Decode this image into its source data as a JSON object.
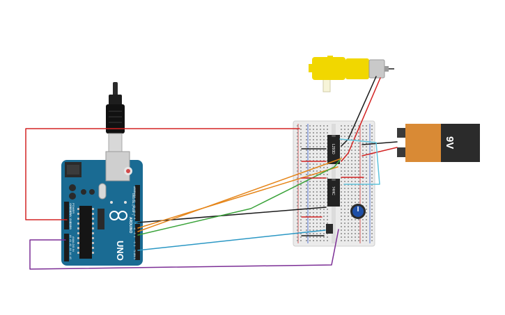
{
  "battery": {
    "label": "9V"
  },
  "arduino": {
    "model_label": "UNO",
    "brand_label": "ARDUINO",
    "digital_label": "DIGITAL (PWM~)",
    "power_label": "POWER",
    "analog_label": "ANALOG IN",
    "power_pins": [
      "IOREF",
      "RESET",
      "3.3V",
      "5V",
      "GND",
      "GND",
      "VIN"
    ],
    "analog_pins": [
      "A0",
      "A1",
      "A2",
      "A3",
      "A4",
      "A5"
    ],
    "digital_pins": [
      "AREF",
      "GND",
      "13",
      "12",
      "~11",
      "~10",
      "~9",
      "8",
      "7",
      "~6",
      "~5",
      "4",
      "~3",
      "2",
      "TX 1",
      "RX 0"
    ]
  },
  "chips": {
    "upper_label": "L293D",
    "lower_label": "74HC"
  },
  "colors": {
    "board": "#1a6b93",
    "motor_body": "#f1d700",
    "battery_body": "#d98a35",
    "battery_cap": "#2b2b2b",
    "wire_red": "#d32323",
    "wire_orange": "#e58519",
    "wire_green": "#3aa33a",
    "wire_black": "#1a1a1a",
    "wire_cyan": "#2a97c4",
    "wire_purple": "#7b2d95",
    "wire_lightblue": "#5fc3dc"
  }
}
